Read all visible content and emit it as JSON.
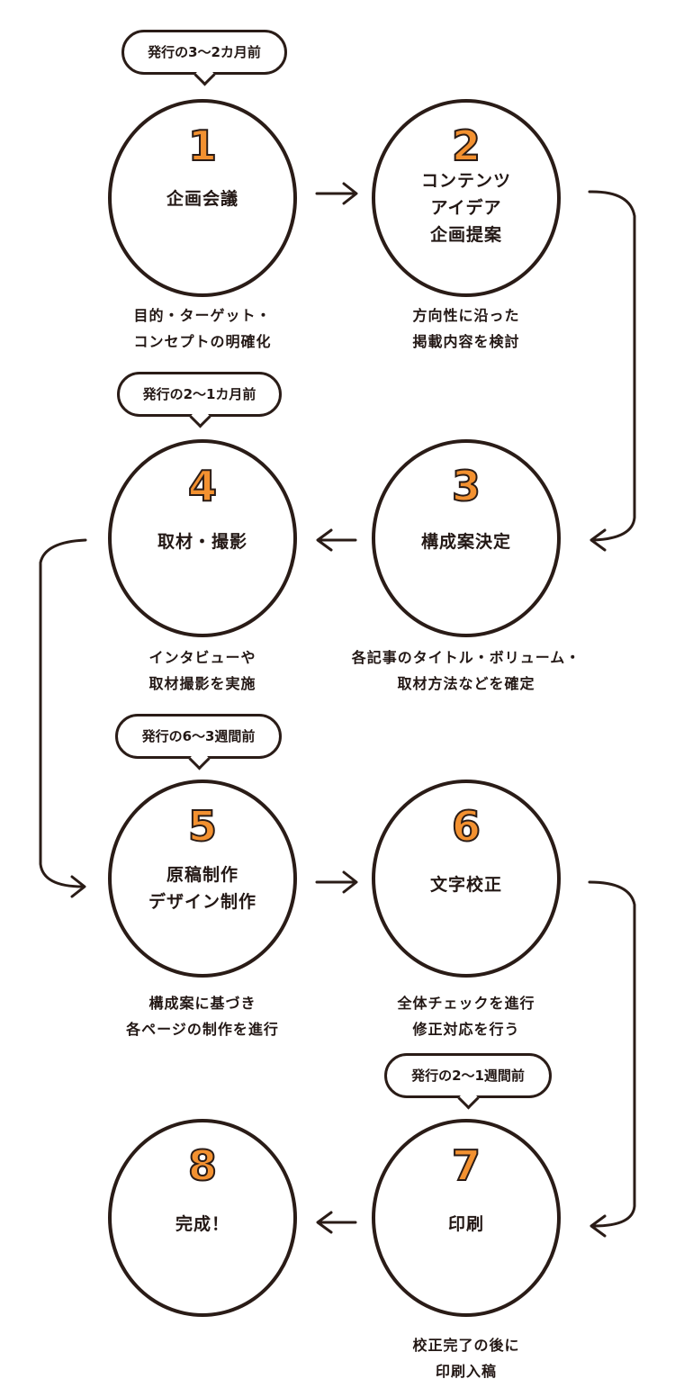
{
  "colors": {
    "accent": "#f39130",
    "ink": "#2a1c17"
  },
  "steps": [
    {
      "number": "1",
      "title": [
        "企画会議"
      ],
      "desc": [
        "目的・ターゲット・",
        "コンセプトの明確化"
      ],
      "timing": "発行の3〜2カ月前"
    },
    {
      "number": "2",
      "title": [
        "コンテンツ",
        "アイデア",
        "企画提案"
      ],
      "desc": [
        "方向性に沿った",
        "掲載内容を検討"
      ]
    },
    {
      "number": "3",
      "title": [
        "構成案決定"
      ],
      "desc": [
        "各記事のタイトル・ボリューム・",
        "取材方法などを確定"
      ]
    },
    {
      "number": "4",
      "title": [
        "取材・撮影"
      ],
      "desc": [
        "インタビューや",
        "取材撮影を実施"
      ],
      "timing": "発行の2〜1カ月前"
    },
    {
      "number": "5",
      "title": [
        "原稿制作",
        "デザイン制作"
      ],
      "desc": [
        "構成案に基づき",
        "各ページの制作を進行"
      ],
      "timing": "発行の6〜3週間前"
    },
    {
      "number": "6",
      "title": [
        "文字校正"
      ],
      "desc": [
        "全体チェックを進行",
        "修正対応を行う"
      ]
    },
    {
      "number": "7",
      "title": [
        "印刷"
      ],
      "desc": [
        "校正完了の後に",
        "印刷入稿"
      ],
      "timing": "発行の2〜1週間前"
    },
    {
      "number": "8",
      "title": [
        "完成！"
      ]
    }
  ]
}
